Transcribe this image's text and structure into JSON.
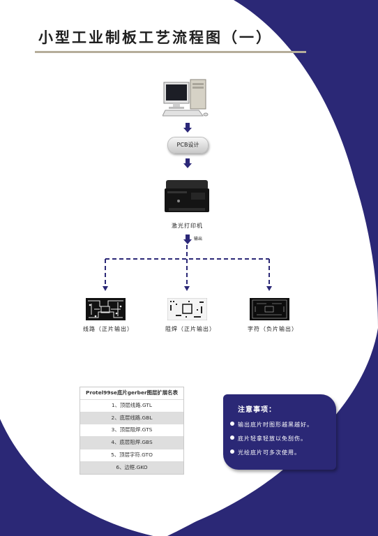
{
  "title": "小型工业制板工艺流程图（一）",
  "pcb_label": "PCB设计",
  "printer_label": "激光打印机",
  "output_label": "输出",
  "films": [
    {
      "label": "线路（正片输出）"
    },
    {
      "label": "阻焊（正片输出）"
    },
    {
      "label": "字符（负片输出）"
    }
  ],
  "table": {
    "header": "Protel99se底片gerber图层扩展名表",
    "rows": [
      "1、顶层线路.GTL",
      "2、底层线路.GBL",
      "3、顶层阻焊.GTS",
      "4、底层阻焊.GBS",
      "5、顶层字符.GTO",
      "6、边框.GKO"
    ]
  },
  "notes": {
    "title": "注意事项：",
    "items": [
      "输出底片时图形越黑越好。",
      "底片轻拿轻放以免刮伤。",
      "光绘底片可多次使用。"
    ]
  },
  "colors": {
    "accent": "#2b2876",
    "rule": "#b5ad9a"
  }
}
